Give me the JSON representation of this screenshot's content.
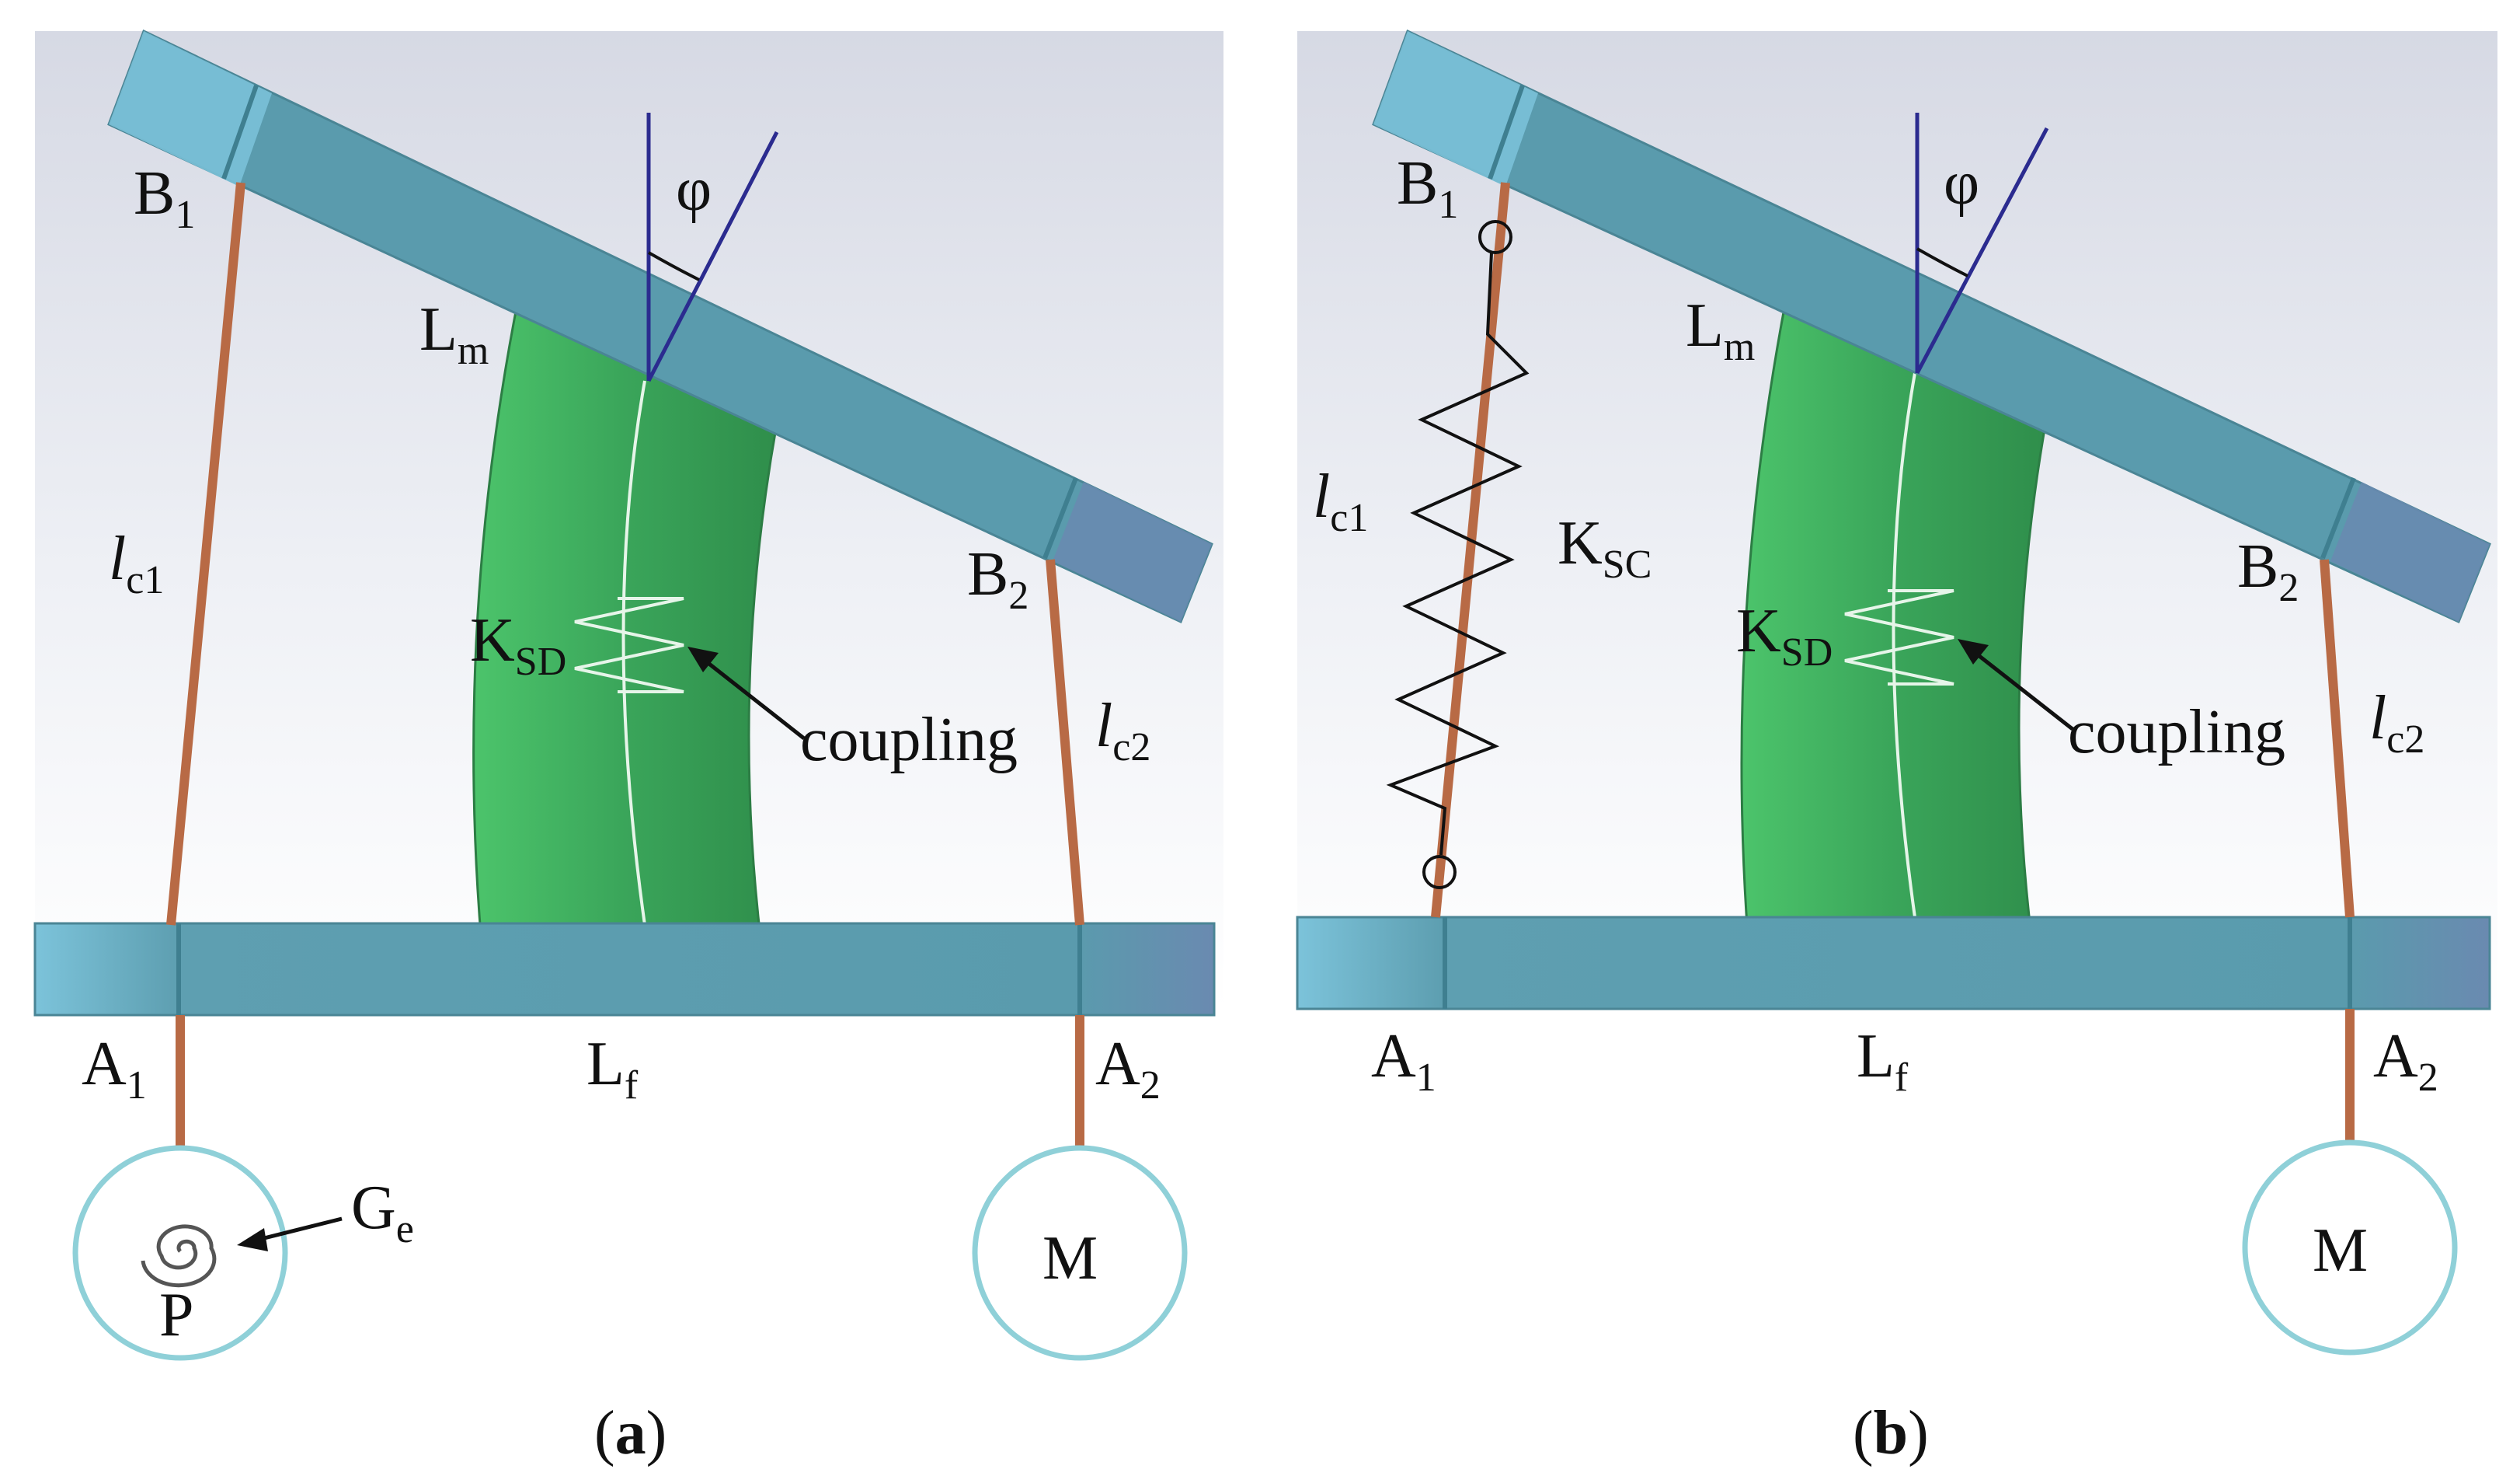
{
  "colors": {
    "plate": "#5a9bad",
    "plate_light": "#7cc3da",
    "plate_dark": "#4a8595",
    "plate_end": "#6a8ab0",
    "coupling_green": "#3fa85c",
    "coupling_dark": "#2e8a48",
    "cable": "#b86a45",
    "circle": "#8fd0d8",
    "vector": "#2b2b8f",
    "background_top": "#d9dce6",
    "background_bottom": "#ffffff"
  },
  "icons": [
    "spiral-icon",
    "arrow-icon",
    "spring-icon",
    "pivot-icon"
  ],
  "panel_a": {
    "caption_open": "(",
    "caption_letter": "a",
    "caption_close": ")",
    "angle": "φ",
    "b1": {
      "base": "B",
      "sub": "1"
    },
    "b2": {
      "base": "B",
      "sub": "2"
    },
    "a1": {
      "base": "A",
      "sub": "1"
    },
    "a2": {
      "base": "A",
      "sub": "2"
    },
    "lm": {
      "base": "L",
      "sub": "m"
    },
    "lf": {
      "base": "L",
      "sub": "f"
    },
    "lc1": {
      "base": "l",
      "sub": "c1"
    },
    "lc2": {
      "base": "l",
      "sub": "c2"
    },
    "ksd": {
      "base": "K",
      "sub": "SD"
    },
    "coupling": "coupling",
    "ge": {
      "base": "G",
      "sub": "e"
    },
    "p": "P",
    "m": "M"
  },
  "panel_b": {
    "caption_open": "(",
    "caption_letter": "b",
    "caption_close": ")",
    "angle": "φ",
    "b1": {
      "base": "B",
      "sub": "1"
    },
    "b2": {
      "base": "B",
      "sub": "2"
    },
    "a1": {
      "base": "A",
      "sub": "1"
    },
    "a2": {
      "base": "A",
      "sub": "2"
    },
    "lm": {
      "base": "L",
      "sub": "m"
    },
    "lf": {
      "base": "L",
      "sub": "f"
    },
    "lc1": {
      "base": "l",
      "sub": "c1"
    },
    "lc2": {
      "base": "l",
      "sub": "c2"
    },
    "ksd": {
      "base": "K",
      "sub": "SD"
    },
    "ksc": {
      "base": "K",
      "sub": "SC"
    },
    "coupling": "coupling",
    "m": "M"
  }
}
